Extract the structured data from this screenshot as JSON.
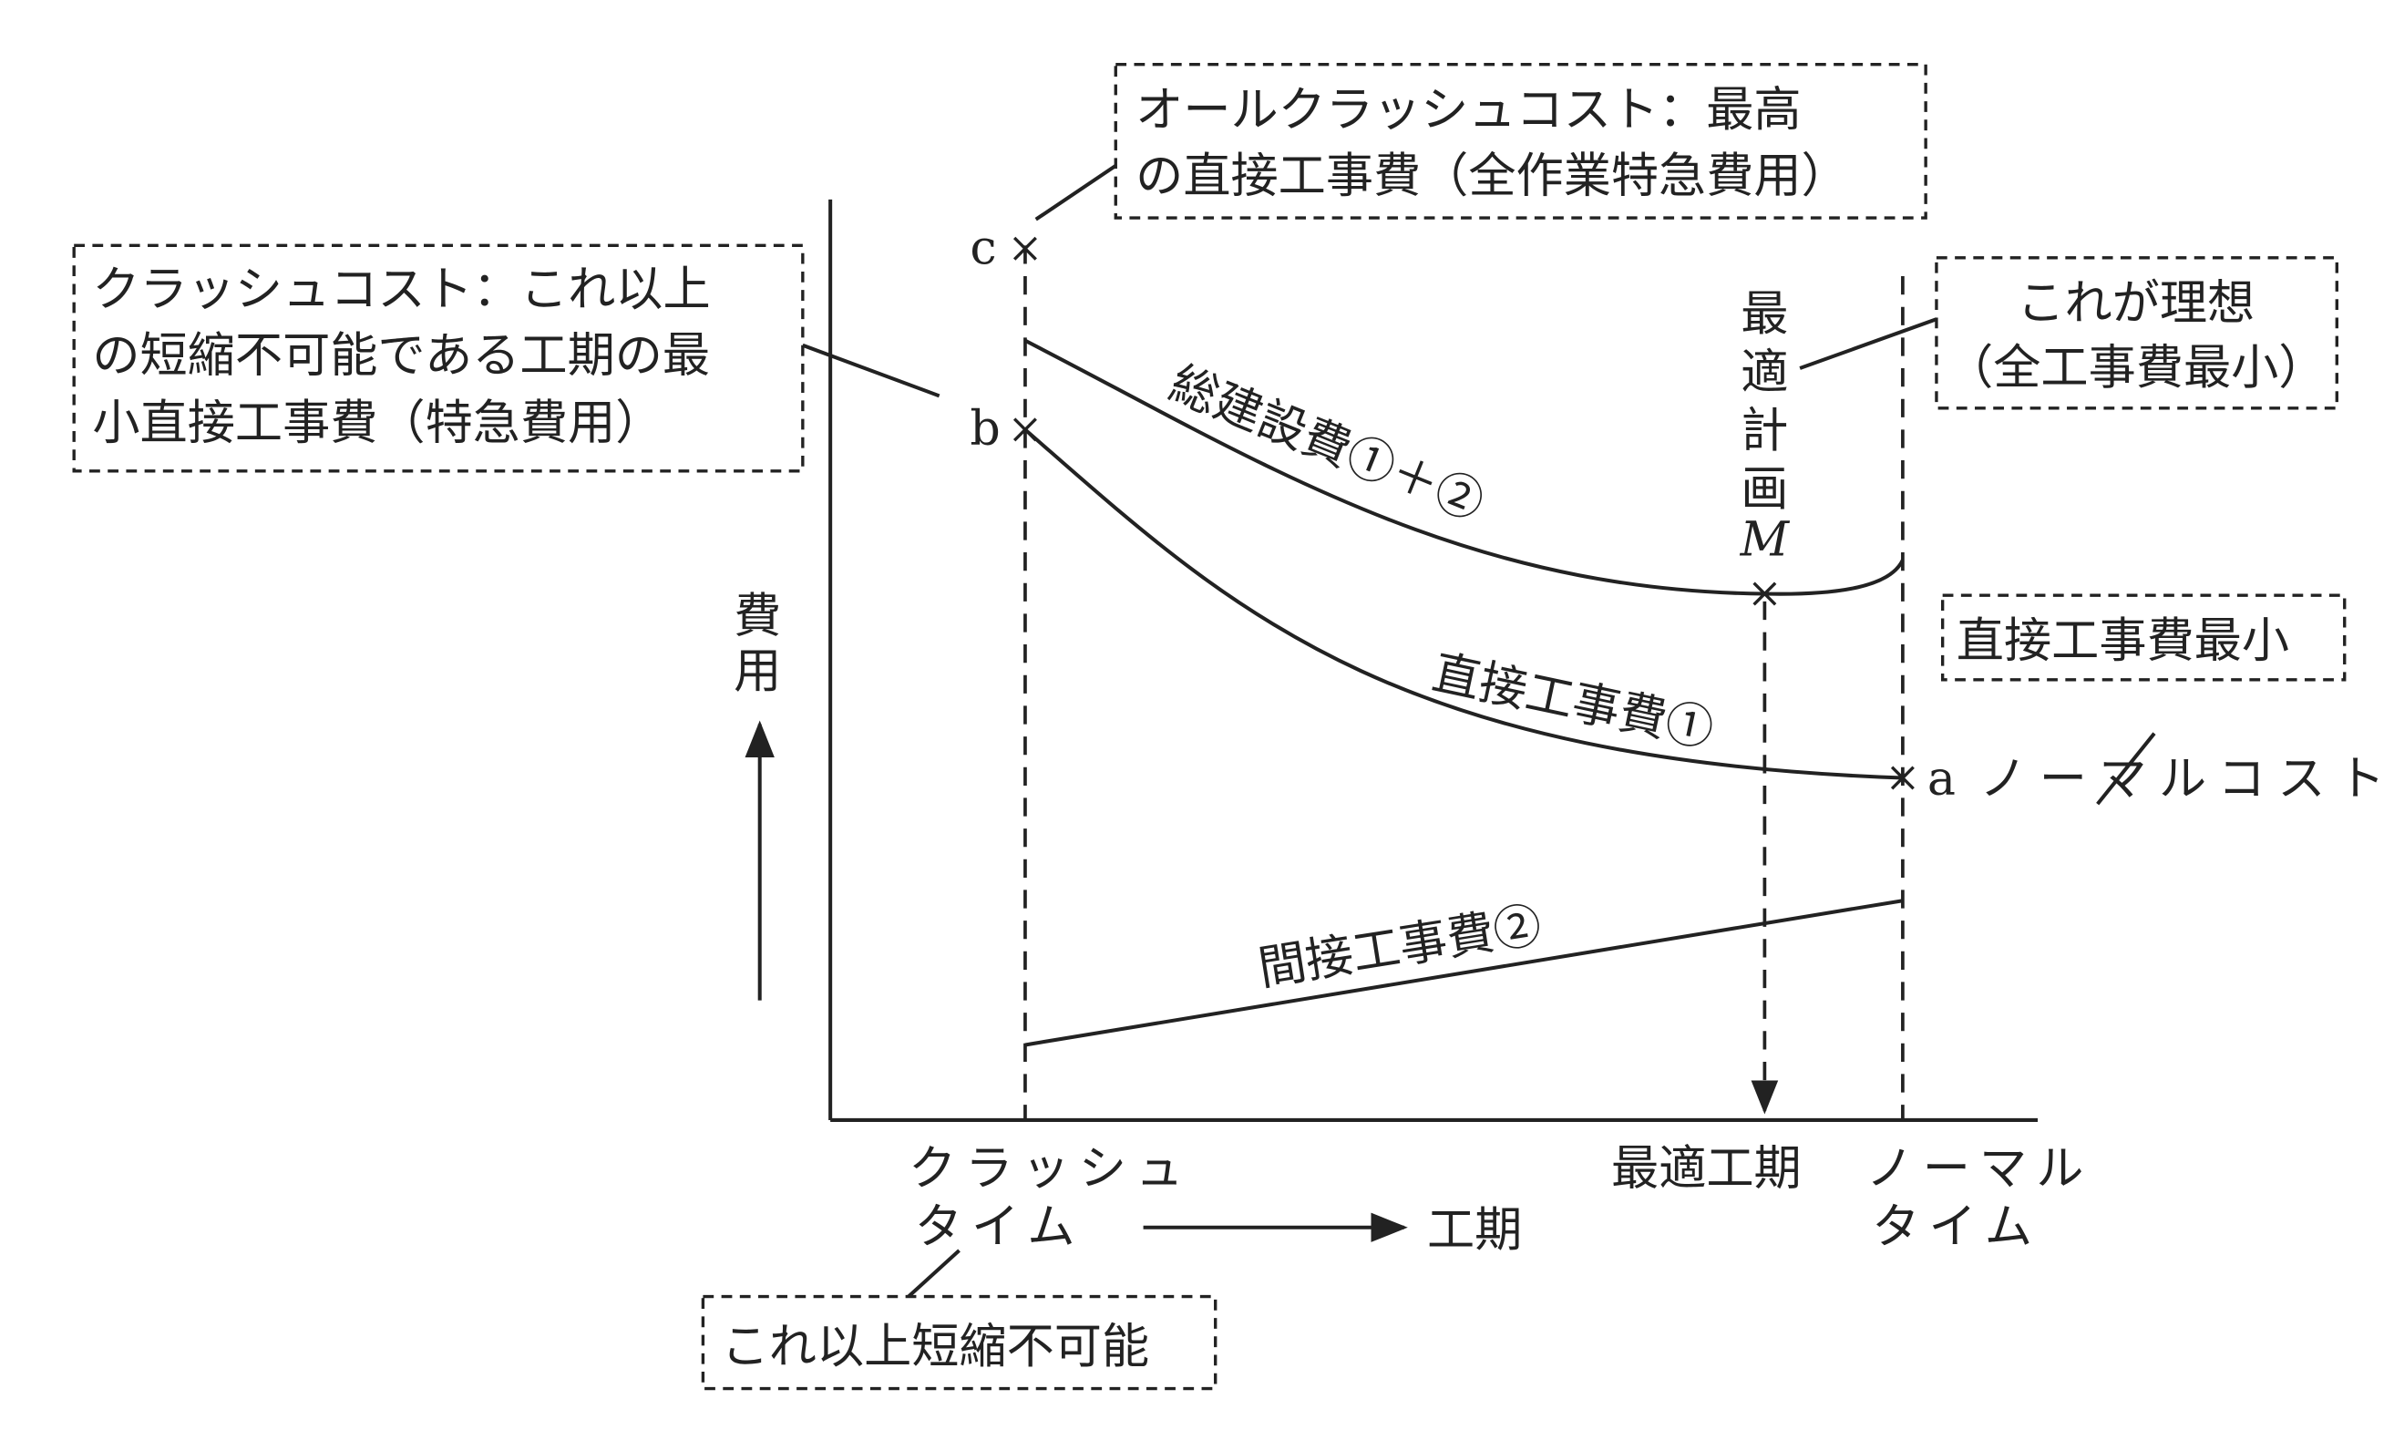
{
  "axes": {
    "y_label": [
      "費",
      "用"
    ],
    "x_label": "工期"
  },
  "x_ticks": {
    "crash_time": [
      "クラッシュ",
      "タイム"
    ],
    "optimum_period": "最適工期",
    "normal_time": [
      "ノーマル",
      "タイム"
    ]
  },
  "points": {
    "c": "c",
    "b": "b",
    "a": "a",
    "a_label": "ノーマルコスト"
  },
  "curves": {
    "total": "総建設費①＋②",
    "direct": "直接工事費①",
    "indirect": "間接工事費②"
  },
  "optimum_plan": [
    "最",
    "適",
    "計",
    "画",
    "M"
  ],
  "callouts": {
    "all_crash": [
      "オールクラッシュコスト：最高",
      "の直接工事費（全作業特急費用）"
    ],
    "crash_cost": [
      "クラッシュコスト：これ以上",
      "の短縮不可能である工期の最",
      "小直接工事費（特急費用）"
    ],
    "ideal": [
      "これが理想",
      "（全工事費最小）"
    ],
    "direct_min": "直接工事費最小",
    "no_shorter": "これ以上短縮不可能"
  }
}
